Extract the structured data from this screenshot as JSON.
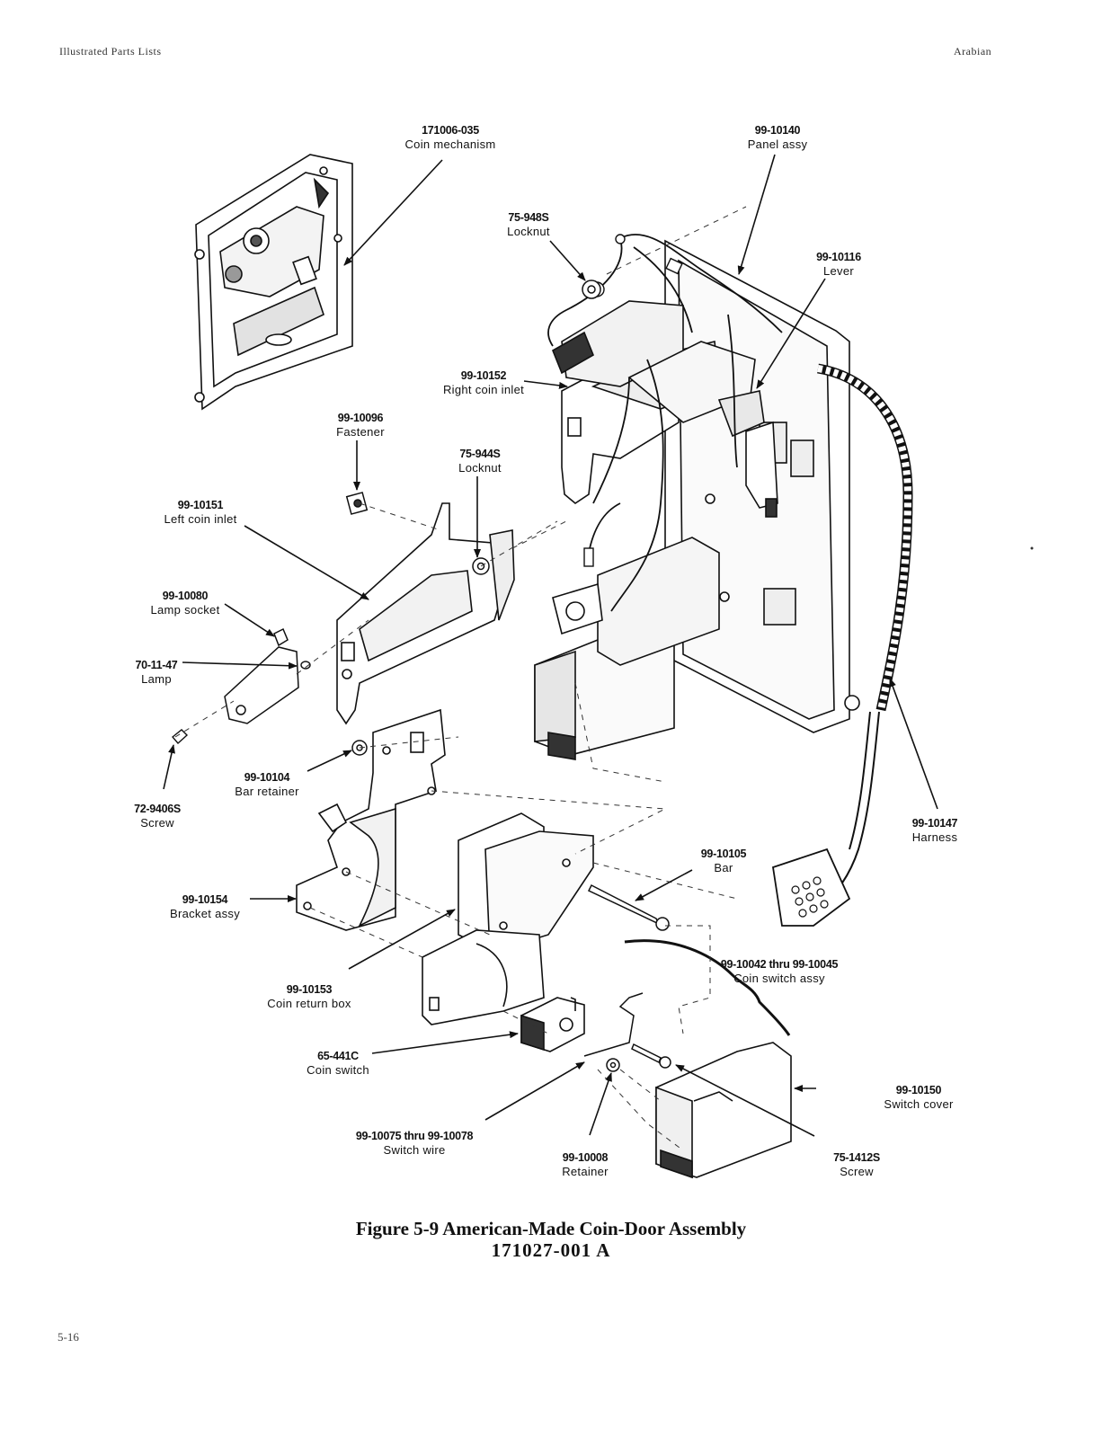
{
  "header": {
    "left": "Illustrated Parts Lists",
    "right": "Arabian"
  },
  "labels": {
    "coin_mechanism": {
      "part": "171006-035",
      "name": "Coin mechanism"
    },
    "panel_assy": {
      "part": "99-10140",
      "name": "Panel assy"
    },
    "locknut_948": {
      "part": "75-948S",
      "name": "Locknut"
    },
    "lever": {
      "part": "99-10116",
      "name": "Lever"
    },
    "right_coin_inlet": {
      "part": "99-10152",
      "name": "Right coin inlet"
    },
    "fastener": {
      "part": "99-10096",
      "name": "Fastener"
    },
    "locknut_944": {
      "part": "75-944S",
      "name": "Locknut"
    },
    "left_coin_inlet": {
      "part": "99-10151",
      "name": "Left coin inlet"
    },
    "lamp_socket": {
      "part": "99-10080",
      "name": "Lamp socket"
    },
    "lamp": {
      "part": "70-11-47",
      "name": "Lamp"
    },
    "screw_9406": {
      "part": "72-9406S",
      "name": "Screw"
    },
    "bar_retainer": {
      "part": "99-10104",
      "name": "Bar retainer"
    },
    "harness": {
      "part": "99-10147",
      "name": "Harness"
    },
    "bar": {
      "part": "99-10105",
      "name": "Bar"
    },
    "bracket_assy": {
      "part": "99-10154",
      "name": "Bracket assy"
    },
    "coin_switch_assy": {
      "part": "99-10042 thru 99-10045",
      "name": "Coin switch assy"
    },
    "coin_return_box": {
      "part": "99-10153",
      "name": "Coin return box"
    },
    "coin_switch": {
      "part": "65-441C",
      "name": "Coin switch"
    },
    "switch_cover": {
      "part": "99-10150",
      "name": "Switch cover"
    },
    "switch_wire": {
      "part": "99-10075 thru 99-10078",
      "name": "Switch wire"
    },
    "retainer": {
      "part": "99-10008",
      "name": "Retainer"
    },
    "screw_1412": {
      "part": "75-1412S",
      "name": "Screw"
    }
  },
  "caption": {
    "title": "Figure 5-9 American-Made Coin-Door Assembly",
    "number": "171027-001   A"
  },
  "page_number": "5-16"
}
